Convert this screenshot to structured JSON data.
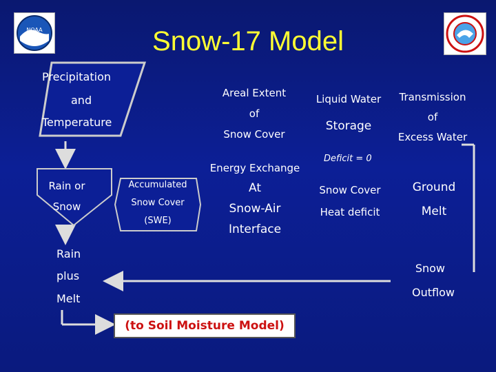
{
  "title": "Snow-17 Model",
  "logos": {
    "left_icon": "noaa-logo",
    "right_icon": "nws-logo"
  },
  "nodes": {
    "precip": {
      "line1": "Precipitation",
      "line2": "and",
      "line3": "Temperature"
    },
    "rain_or_snow": {
      "line1": "Rain or",
      "line2": "Snow"
    },
    "accumulated": {
      "line1": "Accumulated",
      "line2": "Snow Cover",
      "line3": "(SWE)"
    },
    "areal_extent": {
      "line1": "Areal Extent",
      "line2": "of",
      "line3": "Snow Cover"
    },
    "liquid_water": {
      "line1": "Liquid Water",
      "line2": "Storage"
    },
    "transmission": {
      "line1": "Transmission",
      "line2": "of",
      "line3": "Excess Water"
    },
    "energy_exchange": {
      "line1": "Energy Exchange",
      "line2": "At",
      "line3": "Snow-Air",
      "line4": "Interface"
    },
    "deficit_label": "Deficit = 0",
    "snow_cover_heat": {
      "line1": "Snow Cover",
      "line2": "Heat deficit"
    },
    "ground_melt": {
      "line1": "Ground",
      "line2": "Melt"
    },
    "rain_plus_melt": {
      "line1": "Rain",
      "line2": "plus",
      "line3": "Melt"
    },
    "snow_outflow": {
      "line1": "Snow",
      "line2": "Outflow"
    },
    "soil_moisture": "(to Soil Moisture Model)"
  },
  "colors": {
    "title": "#ffff33",
    "background": "#0c1f96",
    "soil_text": "#cc1111"
  }
}
